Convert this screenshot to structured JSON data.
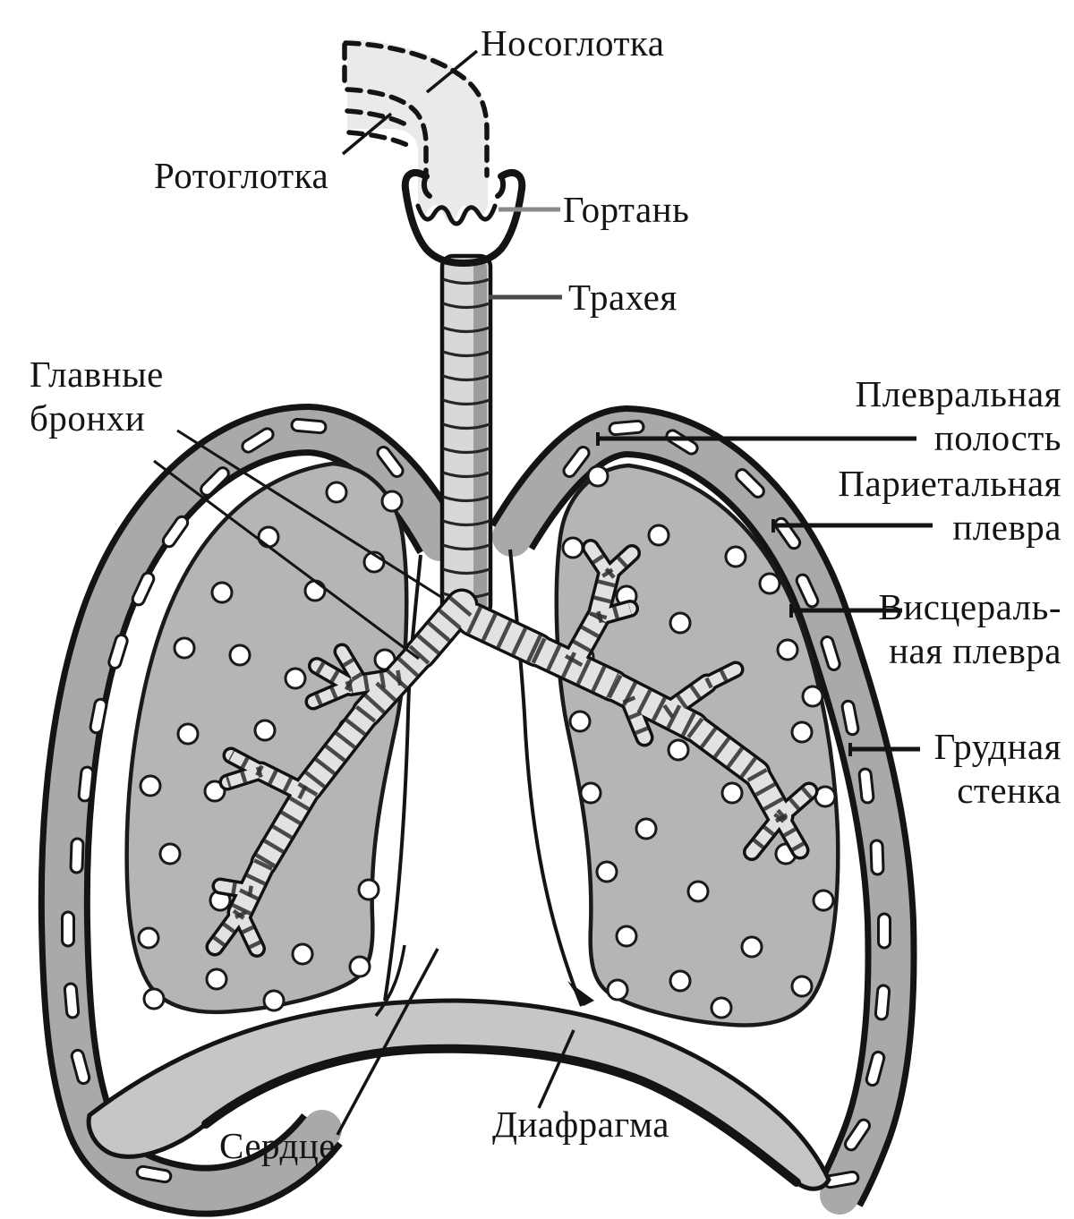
{
  "diagram": {
    "labels": {
      "nasopharynx": "Носоглотка",
      "oropharynx": "Ротоглотка",
      "larynx": "Гортань",
      "trachea": "Трахея",
      "main_bronchi": "Главные\nбронхи",
      "pleural_cavity": "Плевральная\nполость",
      "parietal_pleura": "Париетальная\nплевра",
      "visceral_pleura": "Висцераль-\nная плевра",
      "chest_wall": "Грудная\nстенка",
      "heart": "Сердце",
      "diaphragm": "Диафрагма"
    },
    "colors": {
      "ink": "#141414",
      "lung_fill": "#b5b5b5",
      "chest_band_fill": "#a9a9a9",
      "diaphragm_fill": "#c6c6c6",
      "pharynx_fill": "#eaeaea",
      "leader_gray": "#8a8a8a",
      "background": "#ffffff"
    }
  }
}
